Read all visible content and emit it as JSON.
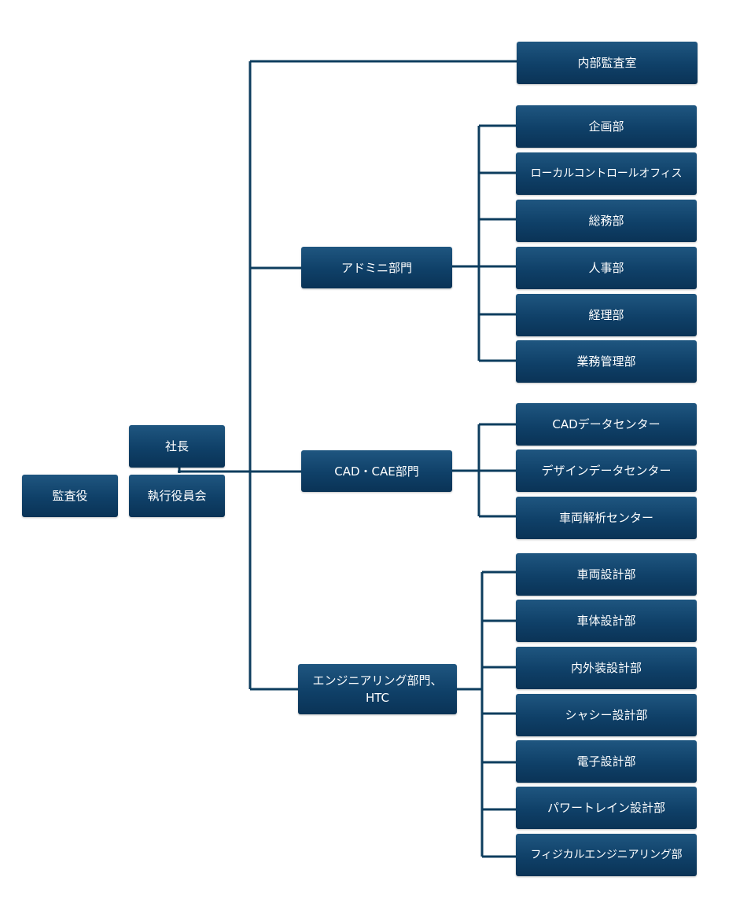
{
  "colors": {
    "box": "#0f4068",
    "line": "#0d3d5e",
    "text": "#ffffff"
  },
  "nodes": {
    "auditor": "監査役",
    "president": "社長",
    "executive_board": "執行役員会",
    "internal_audit": "内部監査室",
    "admin_division": "アドミニ部門",
    "cad_cae_division": "CAD・CAE部門",
    "engineering_division_line1": "エンジニアリング部門、",
    "engineering_division_line2": "HTC"
  },
  "admin_departments": [
    "企画部",
    "ローカルコントロールオフィス",
    "総務部",
    "人事部",
    "経理部",
    "業務管理部"
  ],
  "cad_departments": [
    "CADデータセンター",
    "デザインデータセンター",
    "車両解析センター"
  ],
  "engineering_departments": [
    "車両設計部",
    "車体設計部",
    "内外装設計部",
    "シャシー設計部",
    "電子設計部",
    "パワートレイン設計部",
    "フィジカルエンジニアリング部"
  ]
}
